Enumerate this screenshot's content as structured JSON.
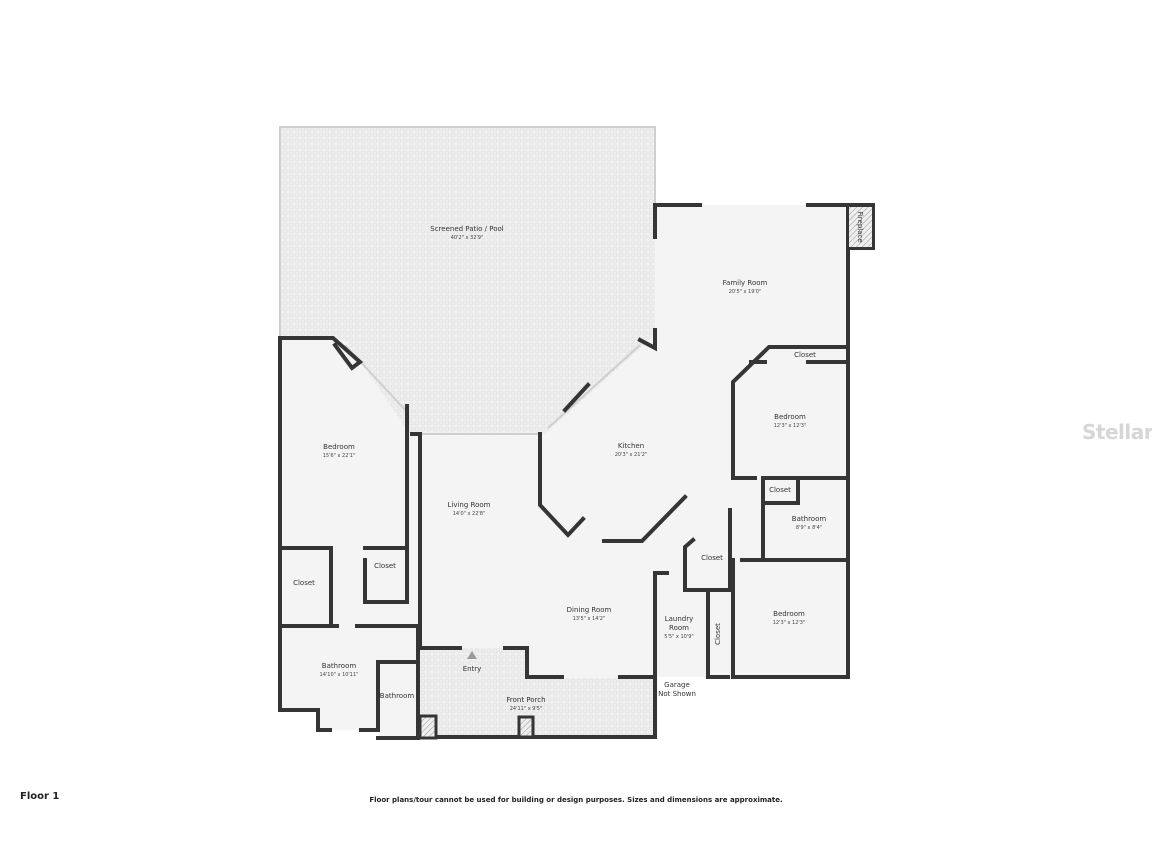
{
  "floor_label": "Floor 1",
  "disclaimer": "Floor plans/tour cannot be used for building or design purposes. Sizes and dimensions are approximate.",
  "watermark": "StellarMLS",
  "colors": {
    "wall": "#353535",
    "floor": "#f4f4f4",
    "patio": "#ececec"
  },
  "rooms": {
    "patio": {
      "name": "Screened Patio / Pool",
      "dims": "40'2\" x 32'9\""
    },
    "family": {
      "name": "Family Room",
      "dims": "20'5\" x 19'0\""
    },
    "fireplace": {
      "name": "Fireplace"
    },
    "closet_fam": {
      "name": "Closet"
    },
    "bedroom_ne": {
      "name": "Bedroom",
      "dims": "12'3\" x 12'3\""
    },
    "kitchen": {
      "name": "Kitchen",
      "dims": "20'3\" x 21'2\""
    },
    "bedroom_w": {
      "name": "Bedroom",
      "dims": "15'6\" x 22'1\""
    },
    "living": {
      "name": "Living Room",
      "dims": "14'0\" x 22'8\""
    },
    "closet_e1": {
      "name": "Closet"
    },
    "bathroom_e": {
      "name": "Bathroom",
      "dims": "8'9\" x 8'4\""
    },
    "closet_w1": {
      "name": "Closet"
    },
    "closet_w2": {
      "name": "Closet"
    },
    "closet_hall": {
      "name": "Closet"
    },
    "dining": {
      "name": "Dining Room",
      "dims": "13'5\" x 14'2\""
    },
    "laundry": {
      "name1": "Laundry",
      "name2": "Room",
      "dims": "5'5\" x 10'9\""
    },
    "closet_v": {
      "name": "Closet"
    },
    "bedroom_se": {
      "name": "Bedroom",
      "dims": "12'3\" x 12'3\""
    },
    "bathroom_w": {
      "name": "Bathroom",
      "dims": "14'10\" x 10'11\""
    },
    "bathroom_small": {
      "name": "Bathroom"
    },
    "entry": {
      "name": "Entry"
    },
    "porch": {
      "name": "Front Porch",
      "dims": "24'11\" x 9'5\""
    },
    "garage": {
      "line1": "Garage",
      "line2": "Not Shown"
    }
  }
}
